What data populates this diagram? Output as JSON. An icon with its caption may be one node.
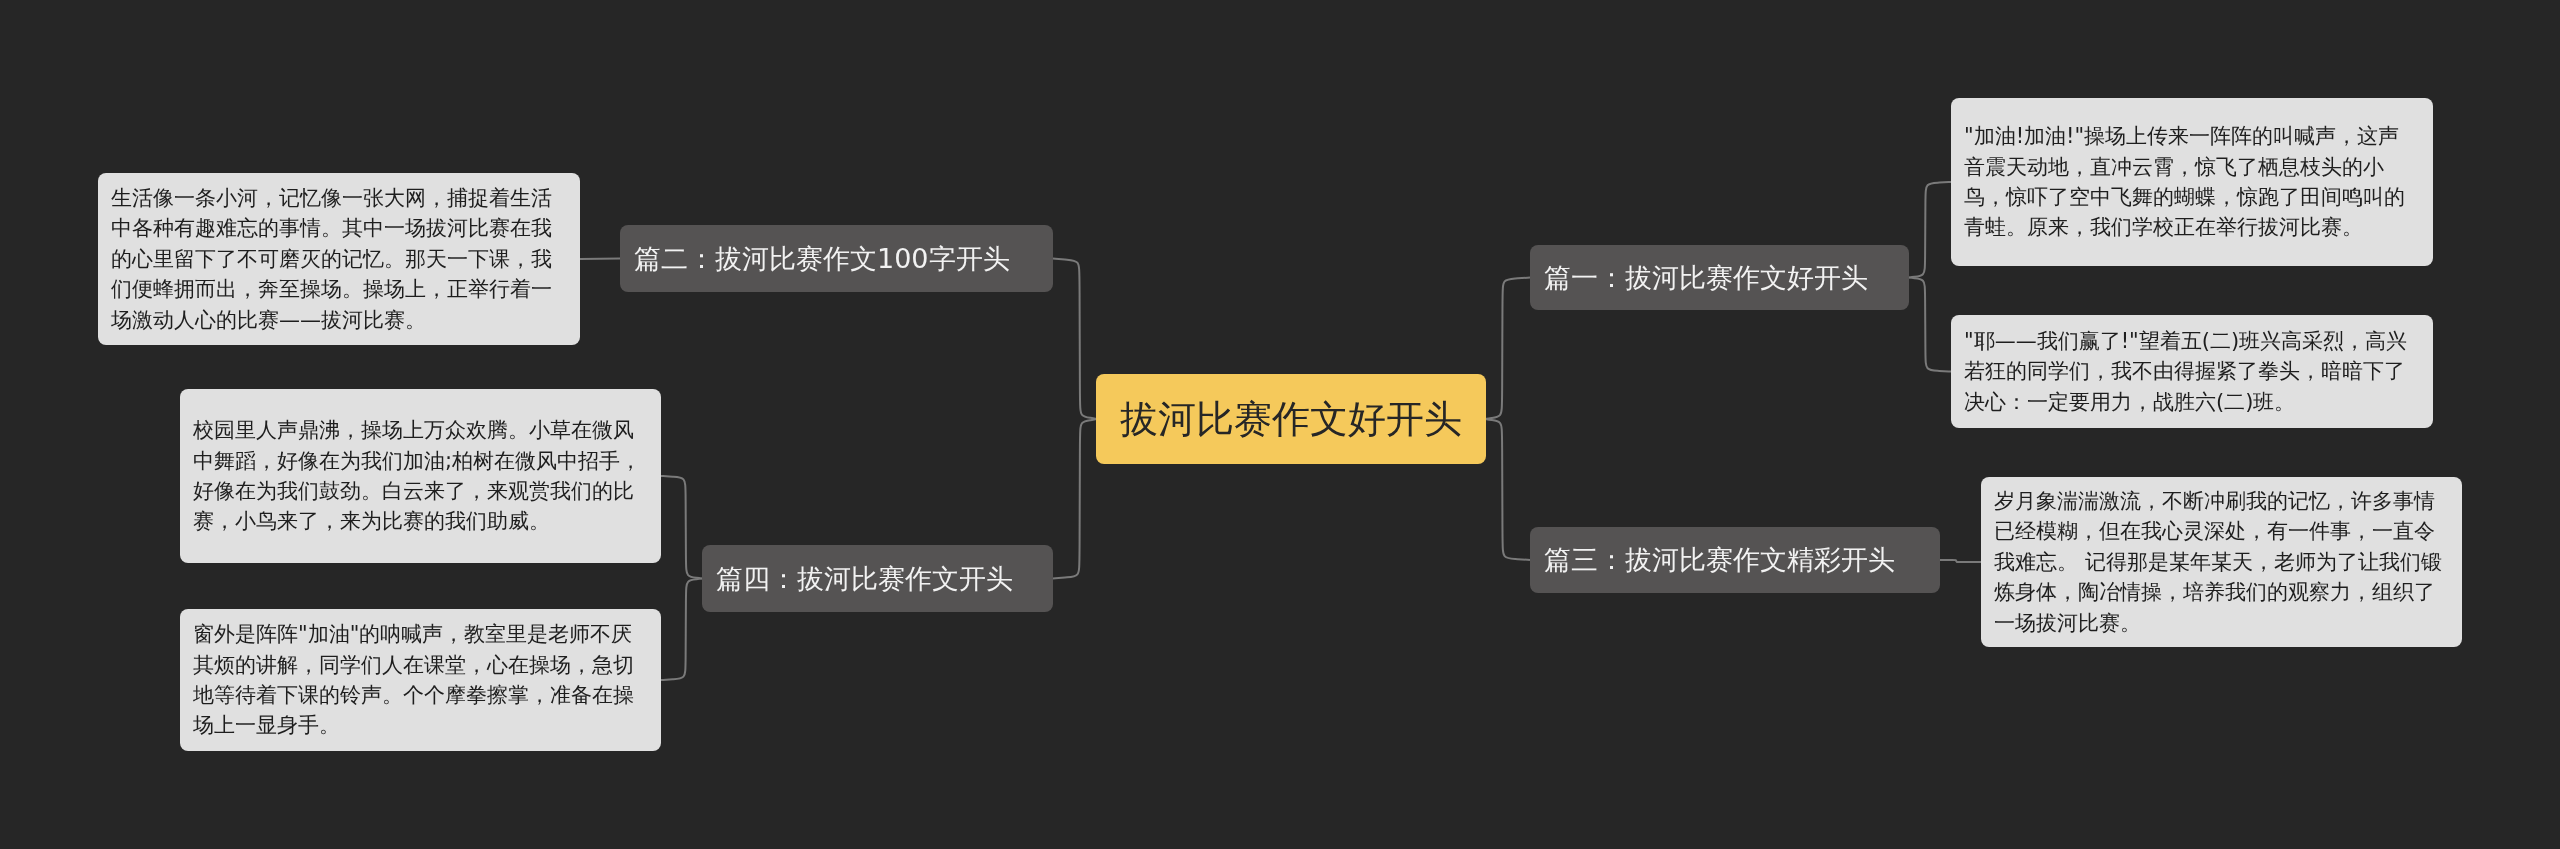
{
  "diagram": {
    "nodes": [
      {
        "text": [
          "拔河比赛作文好开头"
        ]
      },
      {
        "text": [
          "篇二：拔河比赛作文100字开头"
        ]
      },
      {
        "text": [
          "生活像一条小河，记忆像一张大网，捕捉着生活中各种有趣难忘的事情。其中一场拔河比赛在我的心里留下了不可磨灭的记忆。那天一下课，我们便蜂拥而出，奔至操场。操场上，正举行着一场激动人心的比赛——拔河比赛。"
        ]
      },
      {
        "text": [
          "篇四：拔河比赛作文开头"
        ]
      },
      {
        "text": [
          "校园里人声鼎沸，操场上万众欢腾。小草在微风中舞蹈，好像在为我们加油;柏树在微风中招手，好像在为我们鼓劲。白云来了，来观赏我们的比赛，小鸟来了，来为比赛的我们助威。"
        ]
      },
      {
        "text": [
          "窗外是阵阵\"加油\"的呐喊声，教室里是老师不厌其烦的讲解，同学们人在课堂，心在操场，急切地等待着下课的铃声。个个摩拳擦掌，准备在操场上一显身手。"
        ]
      },
      {
        "text": [
          "篇一：拔河比赛作文好开头"
        ]
      },
      {
        "text": [
          "\"加油!加油!\"操场上传来一阵阵的叫喊声，这声音震天动地，直冲云霄，惊飞了栖息枝头的小鸟，惊吓了空中飞舞的蝴蝶，惊跑了田间鸣叫的青蛙。原来，我们学校正在举行拔河比赛。"
        ]
      },
      {
        "text": [
          "\"耶——我们赢了!\"望着五(二)班兴高采烈，高兴若狂的同学们，我不由得握紧了拳头，暗暗下了决心：一定要用力，战胜六(二)班。"
        ]
      },
      {
        "text": [
          "篇三：拔河比赛作文精彩开头"
        ]
      },
      {
        "text": [
          "岁月象湍湍激流，不断冲刷我的记忆，许多事情已经模糊，但在我心灵深处，有一件事，一直令我难忘。 记得那是某年某天，老师为了让我们锻炼身体，陶冶情操，培养我们的观察力，组织了一场拔河比赛。"
        ]
      }
    ],
    "edges": [
      {
        "from": 0,
        "to": 1,
        "arrow": "none"
      },
      {
        "from": 1,
        "to": 2,
        "arrow": "none"
      },
      {
        "from": 0,
        "to": 3,
        "arrow": "none"
      },
      {
        "from": 3,
        "to": 4,
        "arrow": "none"
      },
      {
        "from": 3,
        "to": 5,
        "arrow": "none"
      },
      {
        "from": 0,
        "to": 6,
        "arrow": "none"
      },
      {
        "from": 6,
        "to": 7,
        "arrow": "none"
      },
      {
        "from": 6,
        "to": 8,
        "arrow": "none"
      },
      {
        "from": 0,
        "to": 9,
        "arrow": "none"
      },
      {
        "from": 9,
        "to": 10,
        "arrow": "none"
      }
    ]
  }
}
